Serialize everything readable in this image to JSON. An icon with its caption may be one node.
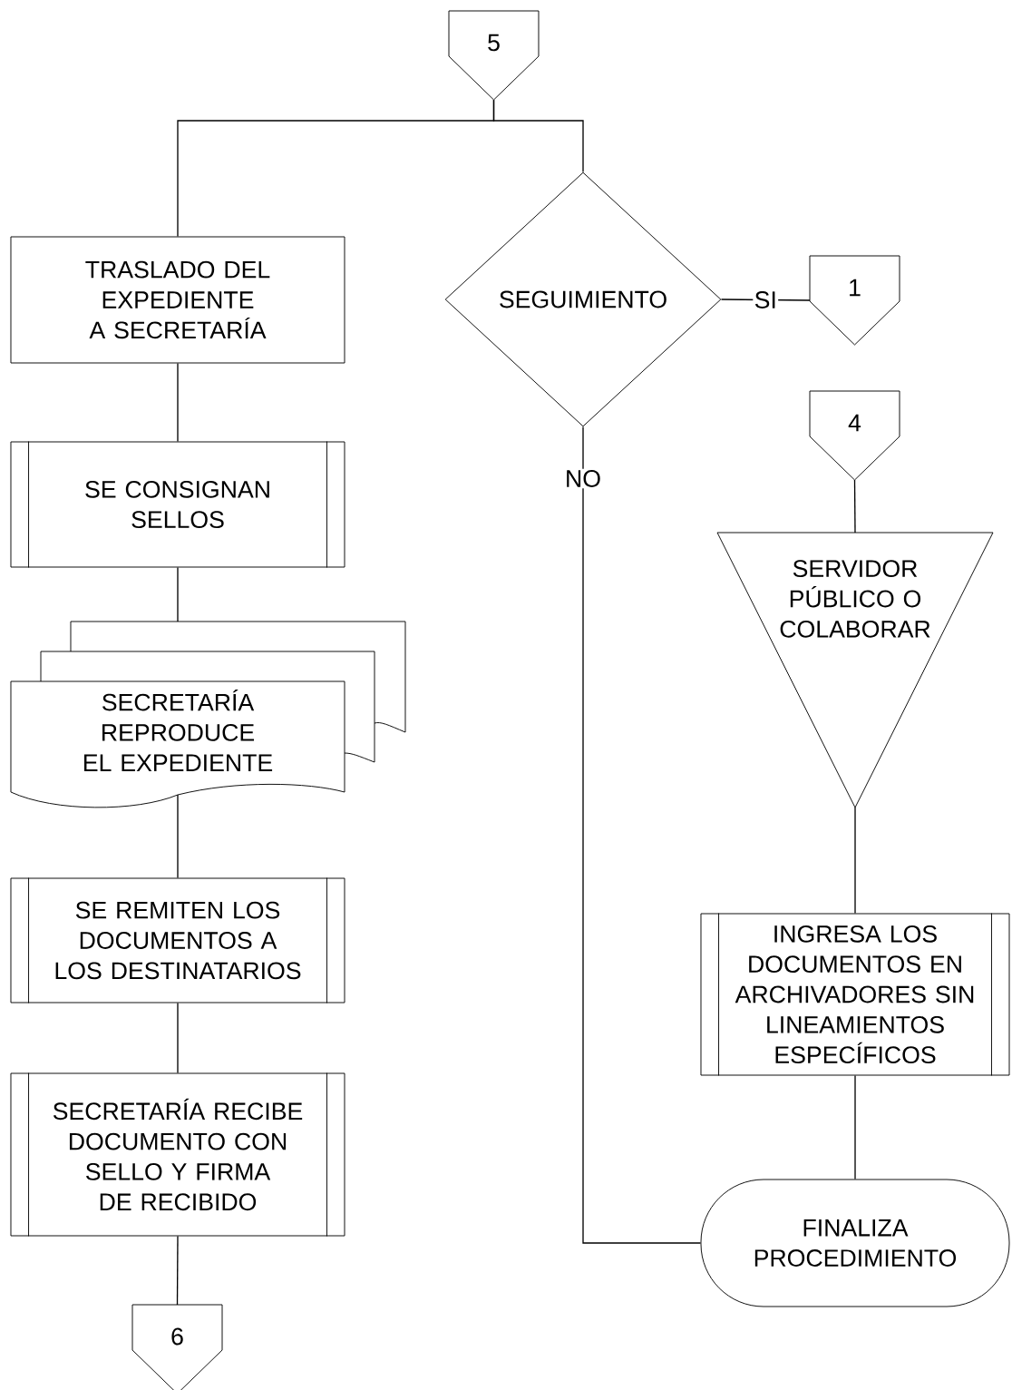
{
  "diagram": {
    "nodes": [
      {
        "text": [
          "5"
        ]
      },
      {
        "text": [
          "TRASLADO DEL EXPEDIENTE A SECRETARÍA"
        ]
      },
      {
        "text": [
          "SEGUIMIENTO"
        ]
      },
      {
        "text": [
          "1"
        ]
      },
      {
        "text": [
          "4"
        ]
      },
      {
        "text": [
          "SE CONSIGNAN SELLOS"
        ]
      },
      {
        "text": [
          "SECRETARÍA REPRODUCE EL EXPEDIENTE"
        ]
      },
      {
        "text": [
          "SERVIDOR PÚBLICO O COLABORAR"
        ]
      },
      {
        "text": [
          "SE REMITEN LOS DOCUMENTOS A LOS DESTINATARIOS"
        ]
      },
      {
        "text": [
          "INGRESA LOS DOCUMENTOS EN ARCHIVADORES SIN LINEAMIENTOS ESPECÍFICOS"
        ]
      },
      {
        "text": [
          "SECRETARÍA RECIBE DOCUMENTO CON SELLO Y FIRMA DE RECIBIDO"
        ]
      },
      {
        "text": [
          "FINALIZA PROCEDIMIENTO"
        ]
      },
      {
        "text": [
          "6"
        ]
      }
    ],
    "edges": [
      {
        "from": 0,
        "to": 1,
        "arrow": "none"
      },
      {
        "from": 0,
        "to": 2,
        "arrow": "none"
      },
      {
        "from": 2,
        "to": 3,
        "arrow": "none",
        "label": "SI"
      },
      {
        "from": 2,
        "to": 11,
        "arrow": "none",
        "label": "NO"
      },
      {
        "from": 1,
        "to": 5,
        "arrow": "none"
      },
      {
        "from": 5,
        "to": 6,
        "arrow": "none"
      },
      {
        "from": 6,
        "to": 8,
        "arrow": "none"
      },
      {
        "from": 8,
        "to": 10,
        "arrow": "none"
      },
      {
        "from": 10,
        "to": 12,
        "arrow": "none"
      },
      {
        "from": 4,
        "to": 7,
        "arrow": "none"
      },
      {
        "from": 7,
        "to": 9,
        "arrow": "none"
      },
      {
        "from": 9,
        "to": 11,
        "arrow": "none"
      }
    ]
  }
}
